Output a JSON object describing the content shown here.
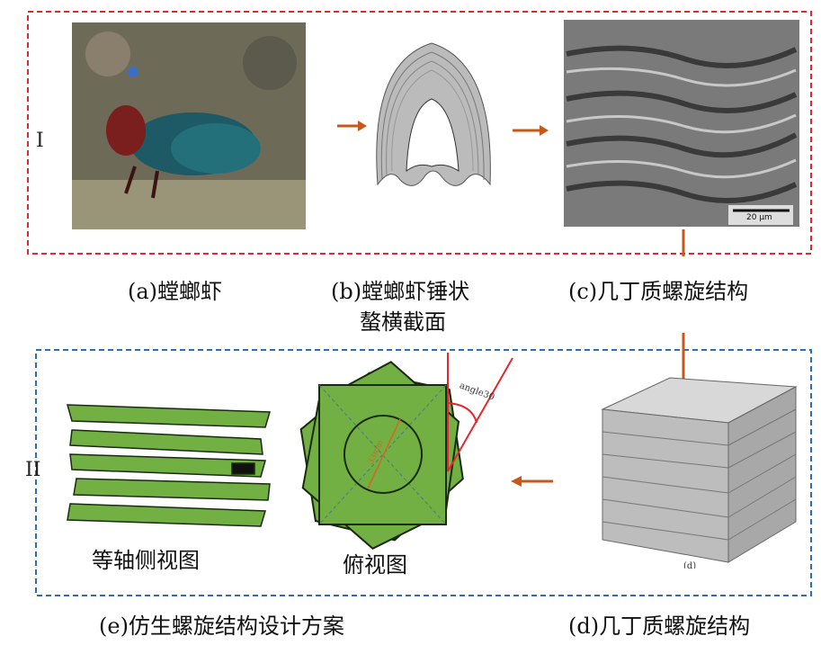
{
  "sections": {
    "one": "I",
    "two": "II"
  },
  "panels": {
    "a": "(a)螳螂虾",
    "b_line1": "(b)螳螂虾锤状",
    "b_line2": "螯横截面",
    "c": "(c)几丁质螺旋结构",
    "d": "(d)几丁质螺旋结构",
    "e": "(e)仿生螺旋结构设计方案"
  },
  "views": {
    "iso": "等轴侧视图",
    "top": "俯视图",
    "angle": "angle30",
    "diameter": "33mm"
  },
  "sem_scale": "20 μm",
  "cube_caption": "(d)",
  "colors": {
    "red_box": "#e0282e",
    "blue_box": "#2c6fb0",
    "arrow": "#c8581a",
    "green": "#72b043"
  }
}
